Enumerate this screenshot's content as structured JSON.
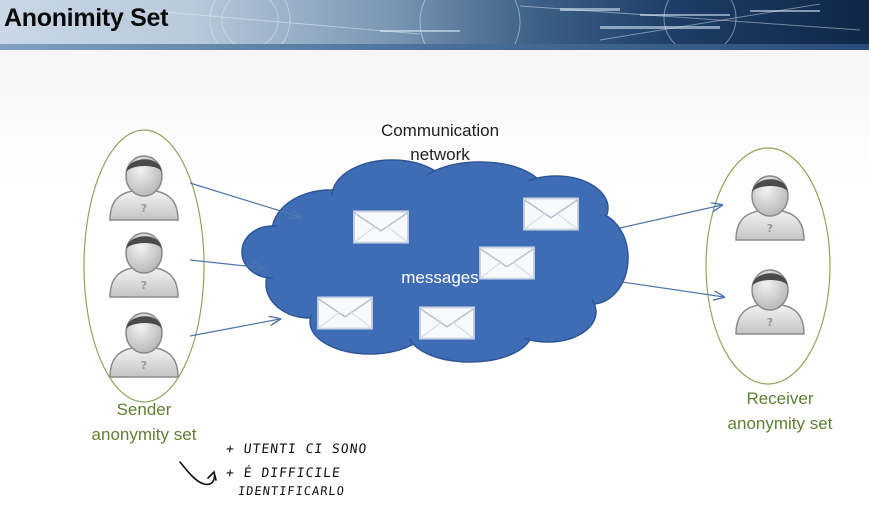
{
  "slide": {
    "title": "Anonimity Set"
  },
  "diagram": {
    "network_label": "Communication network",
    "messages_label": "messages",
    "sender_label": "Sender anonymity set",
    "receiver_label": "Receiver anonymity set",
    "sender_count": 3,
    "receiver_count": 2,
    "envelope_count": 5
  },
  "annotation": {
    "lines": [
      "+ UTENTI CI SONO",
      "+ É DIFFICILE",
      "IDENTIFICARLO"
    ]
  },
  "colors": {
    "cloud_fill": "#3f6db5",
    "cloud_stroke": "#2f5597",
    "set_outline": "#8fa55a",
    "set_label": "#5f7f34",
    "arrow": "#4f76b0"
  }
}
